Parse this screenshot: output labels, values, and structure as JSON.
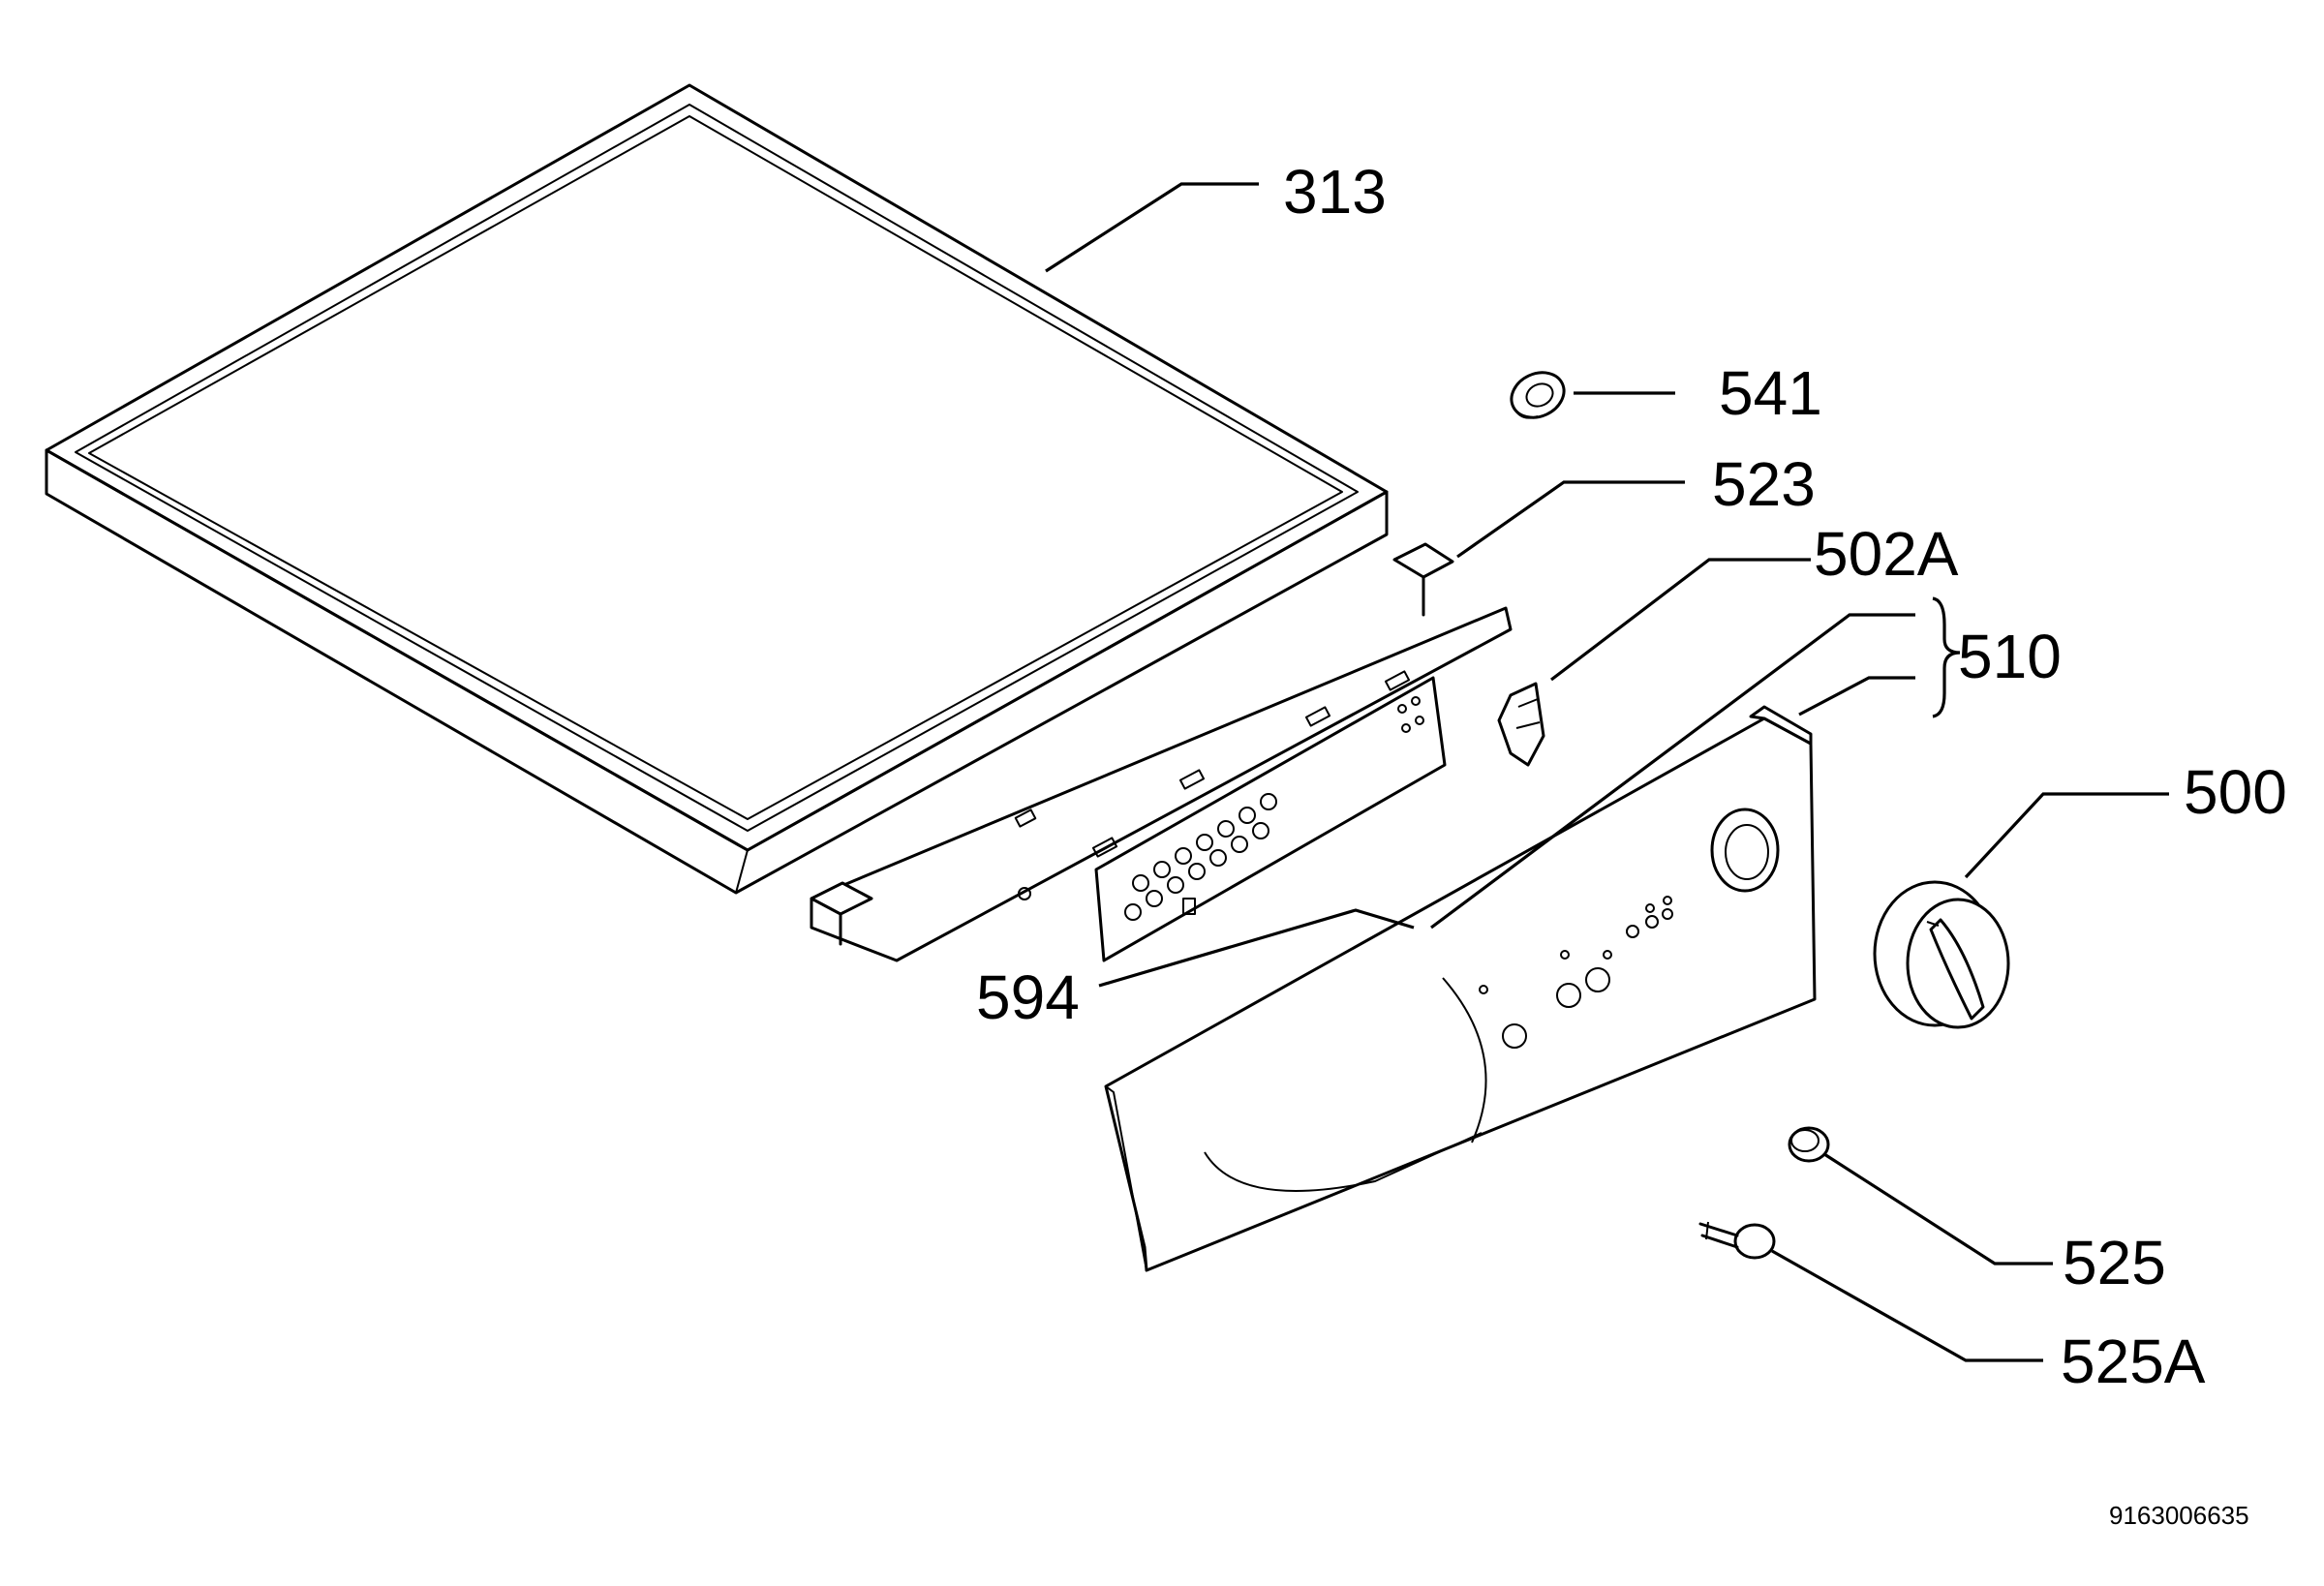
{
  "labels": {
    "p313": "313",
    "p541": "541",
    "p523": "523",
    "p502A": "502A",
    "p510": "510",
    "p500": "500",
    "p594": "594",
    "p525": "525",
    "p525A": "525A"
  },
  "drawing_code": "9163006635",
  "colors": {
    "line": "#000000",
    "background": "#ffffff"
  }
}
